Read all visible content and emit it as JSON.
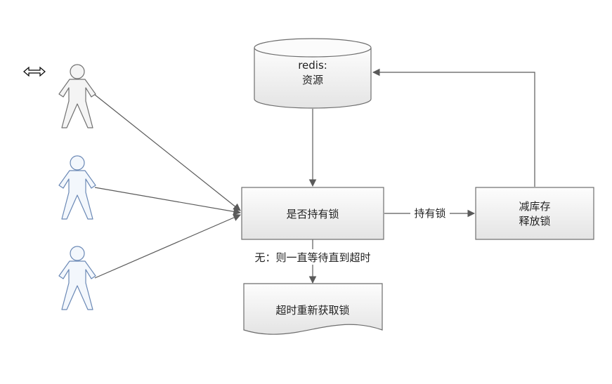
{
  "colors": {
    "box_fill_top": "#fdfdfd",
    "box_fill_bottom": "#e4e4e4",
    "stroke": "#6e6e6e",
    "connector": "#5a5a5a",
    "actor_gray_fill": "#f4f4f4",
    "actor_gray_stroke": "#707070",
    "actor_blue_fill": "#f3f7fc",
    "actor_blue_stroke": "#6a88b5"
  },
  "icons": {
    "resize": "horizontal-resize-arrow-icon",
    "actor": "stick-person-icon"
  },
  "nodes": {
    "database": {
      "line1": "redis:",
      "line2": "资源"
    },
    "check_lock": {
      "label": "是否持有锁"
    },
    "reduce_stock": {
      "line1": "减库存",
      "line2": "释放锁"
    },
    "timeout_retry": {
      "label": "超时重新获取锁"
    }
  },
  "edges": {
    "has_lock": {
      "label": "持有锁"
    },
    "no_lock": {
      "label": "无：则一直等待直到超时"
    }
  }
}
